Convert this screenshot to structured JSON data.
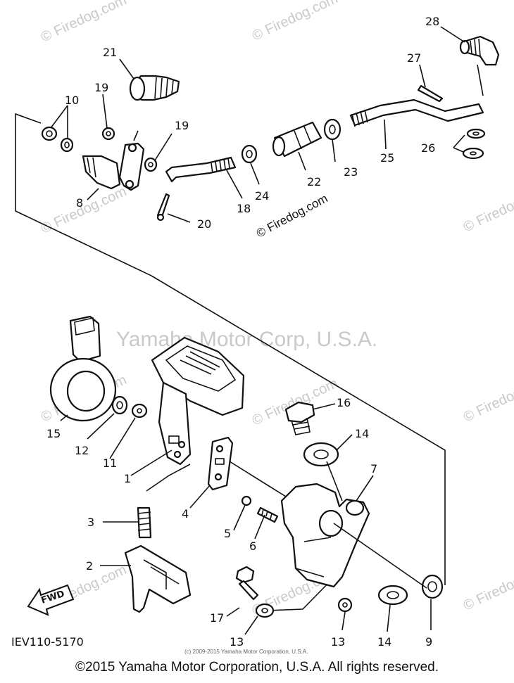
{
  "watermarks": {
    "site": "© Firedog.com",
    "yamaha": "Yamaha Motor Corp, U.S.A.",
    "small_copyright": "(c) 2009-2015 Yamaha Motor Corporation, U.S.A."
  },
  "diagram_code": "IEV110-5170",
  "fwd_label": "FWD",
  "footer": "©2015 Yamaha Motor Corporation, U.S.A. All rights reserved.",
  "callouts": {
    "c1": "1",
    "c2": "2",
    "c3": "3",
    "c4": "4",
    "c5": "5",
    "c6": "6",
    "c7": "7",
    "c8": "8",
    "c9": "9",
    "c10": "10",
    "c11": "11",
    "c12": "12",
    "c13a": "13",
    "c13b": "13",
    "c14a": "14",
    "c14b": "14",
    "c15": "15",
    "c16": "16",
    "c17": "17",
    "c18": "18",
    "c19a": "19",
    "c19b": "19",
    "c20": "20",
    "c21": "21",
    "c22": "22",
    "c23": "23",
    "c24": "24",
    "c25": "25",
    "c26": "26",
    "c27": "27",
    "c28": "28"
  }
}
